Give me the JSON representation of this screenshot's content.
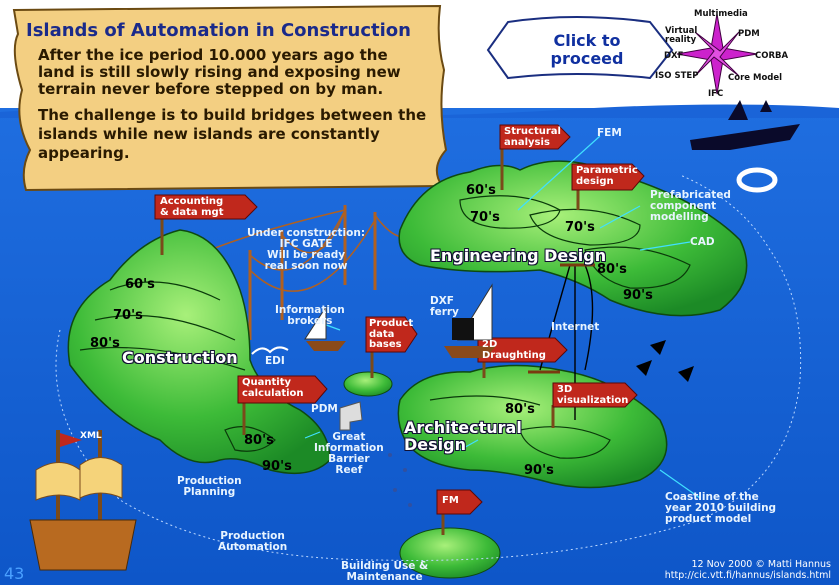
{
  "title": "Islands of Automation in Construction",
  "intro_lines": [
    "After the ice period 10.000 years ago the",
    "land is still slowly rising and exposing new",
    "terrain never before stepped on by man.",
    "The challenge is to build bridges between the",
    "islands while new islands are constantly",
    "appearing."
  ],
  "proceed_label": "Click to\nproceed",
  "compass": {
    "multimedia": "Multimedia",
    "virtual_reality": "Virtual\nreality",
    "pdm": "PDM",
    "dxf": "DXF",
    "corba": "CORBA",
    "iso_step": "ISO STEP",
    "core_model": "Core Model",
    "ifc": "IFC"
  },
  "signs": {
    "structural": "Structural\nanalysis",
    "parametric": "Parametric\ndesign",
    "accounting": "Accounting\n& data mgt",
    "product_db": "Product\ndata\nbases",
    "draughting": "2D\nDraughting",
    "quantity": "Quantity\ncalculation",
    "visualization": "3D\nvisualization",
    "fm": "FM"
  },
  "islands": {
    "engineering": "Engineering Design",
    "construction": "Construction",
    "architectural": "Architectural\nDesign"
  },
  "eras": {
    "eng_60": "60's",
    "eng_70": "70's",
    "eng_70b": "70's",
    "eng_80": "80's",
    "eng_90": "90's",
    "con_60": "60's",
    "con_70": "70's",
    "con_80": "80's",
    "arc_80": "80's",
    "arc_90": "90's",
    "prod_80": "80's",
    "prod_90": "90's"
  },
  "notes": {
    "fem": "FEM",
    "prefab": "Prefabricated\ncomponent\nmodelling",
    "cad": "CAD",
    "under_construction": "Under construction:\nIFC GATE\nWill be ready\nreal soon now",
    "info_brokers": "Information\nbrokers",
    "dxf_ferry": "DXF\nferry",
    "internet": "Internet",
    "edi": "EDI",
    "pdm": "PDM",
    "barrier_reef": "Great\nInformation\nBarrier\nReef",
    "prod_planning": "Production\nPlanning",
    "prod_automation": "Production\nAutomation",
    "building_use": "Building Use &\nMaintenance",
    "coastline": "Coastline of the\nyear 2010 building\nproduct model",
    "xml": "XML"
  },
  "footer": "12 Nov 2000 © Matti Hannus\nhttp://cic.vtt.fi/hannus/islands.html",
  "page_number": "43",
  "colors": {
    "sea": "#1565d8",
    "island": "#2faa32",
    "sign": "#c0281c",
    "parchment": "#f5d48a"
  }
}
